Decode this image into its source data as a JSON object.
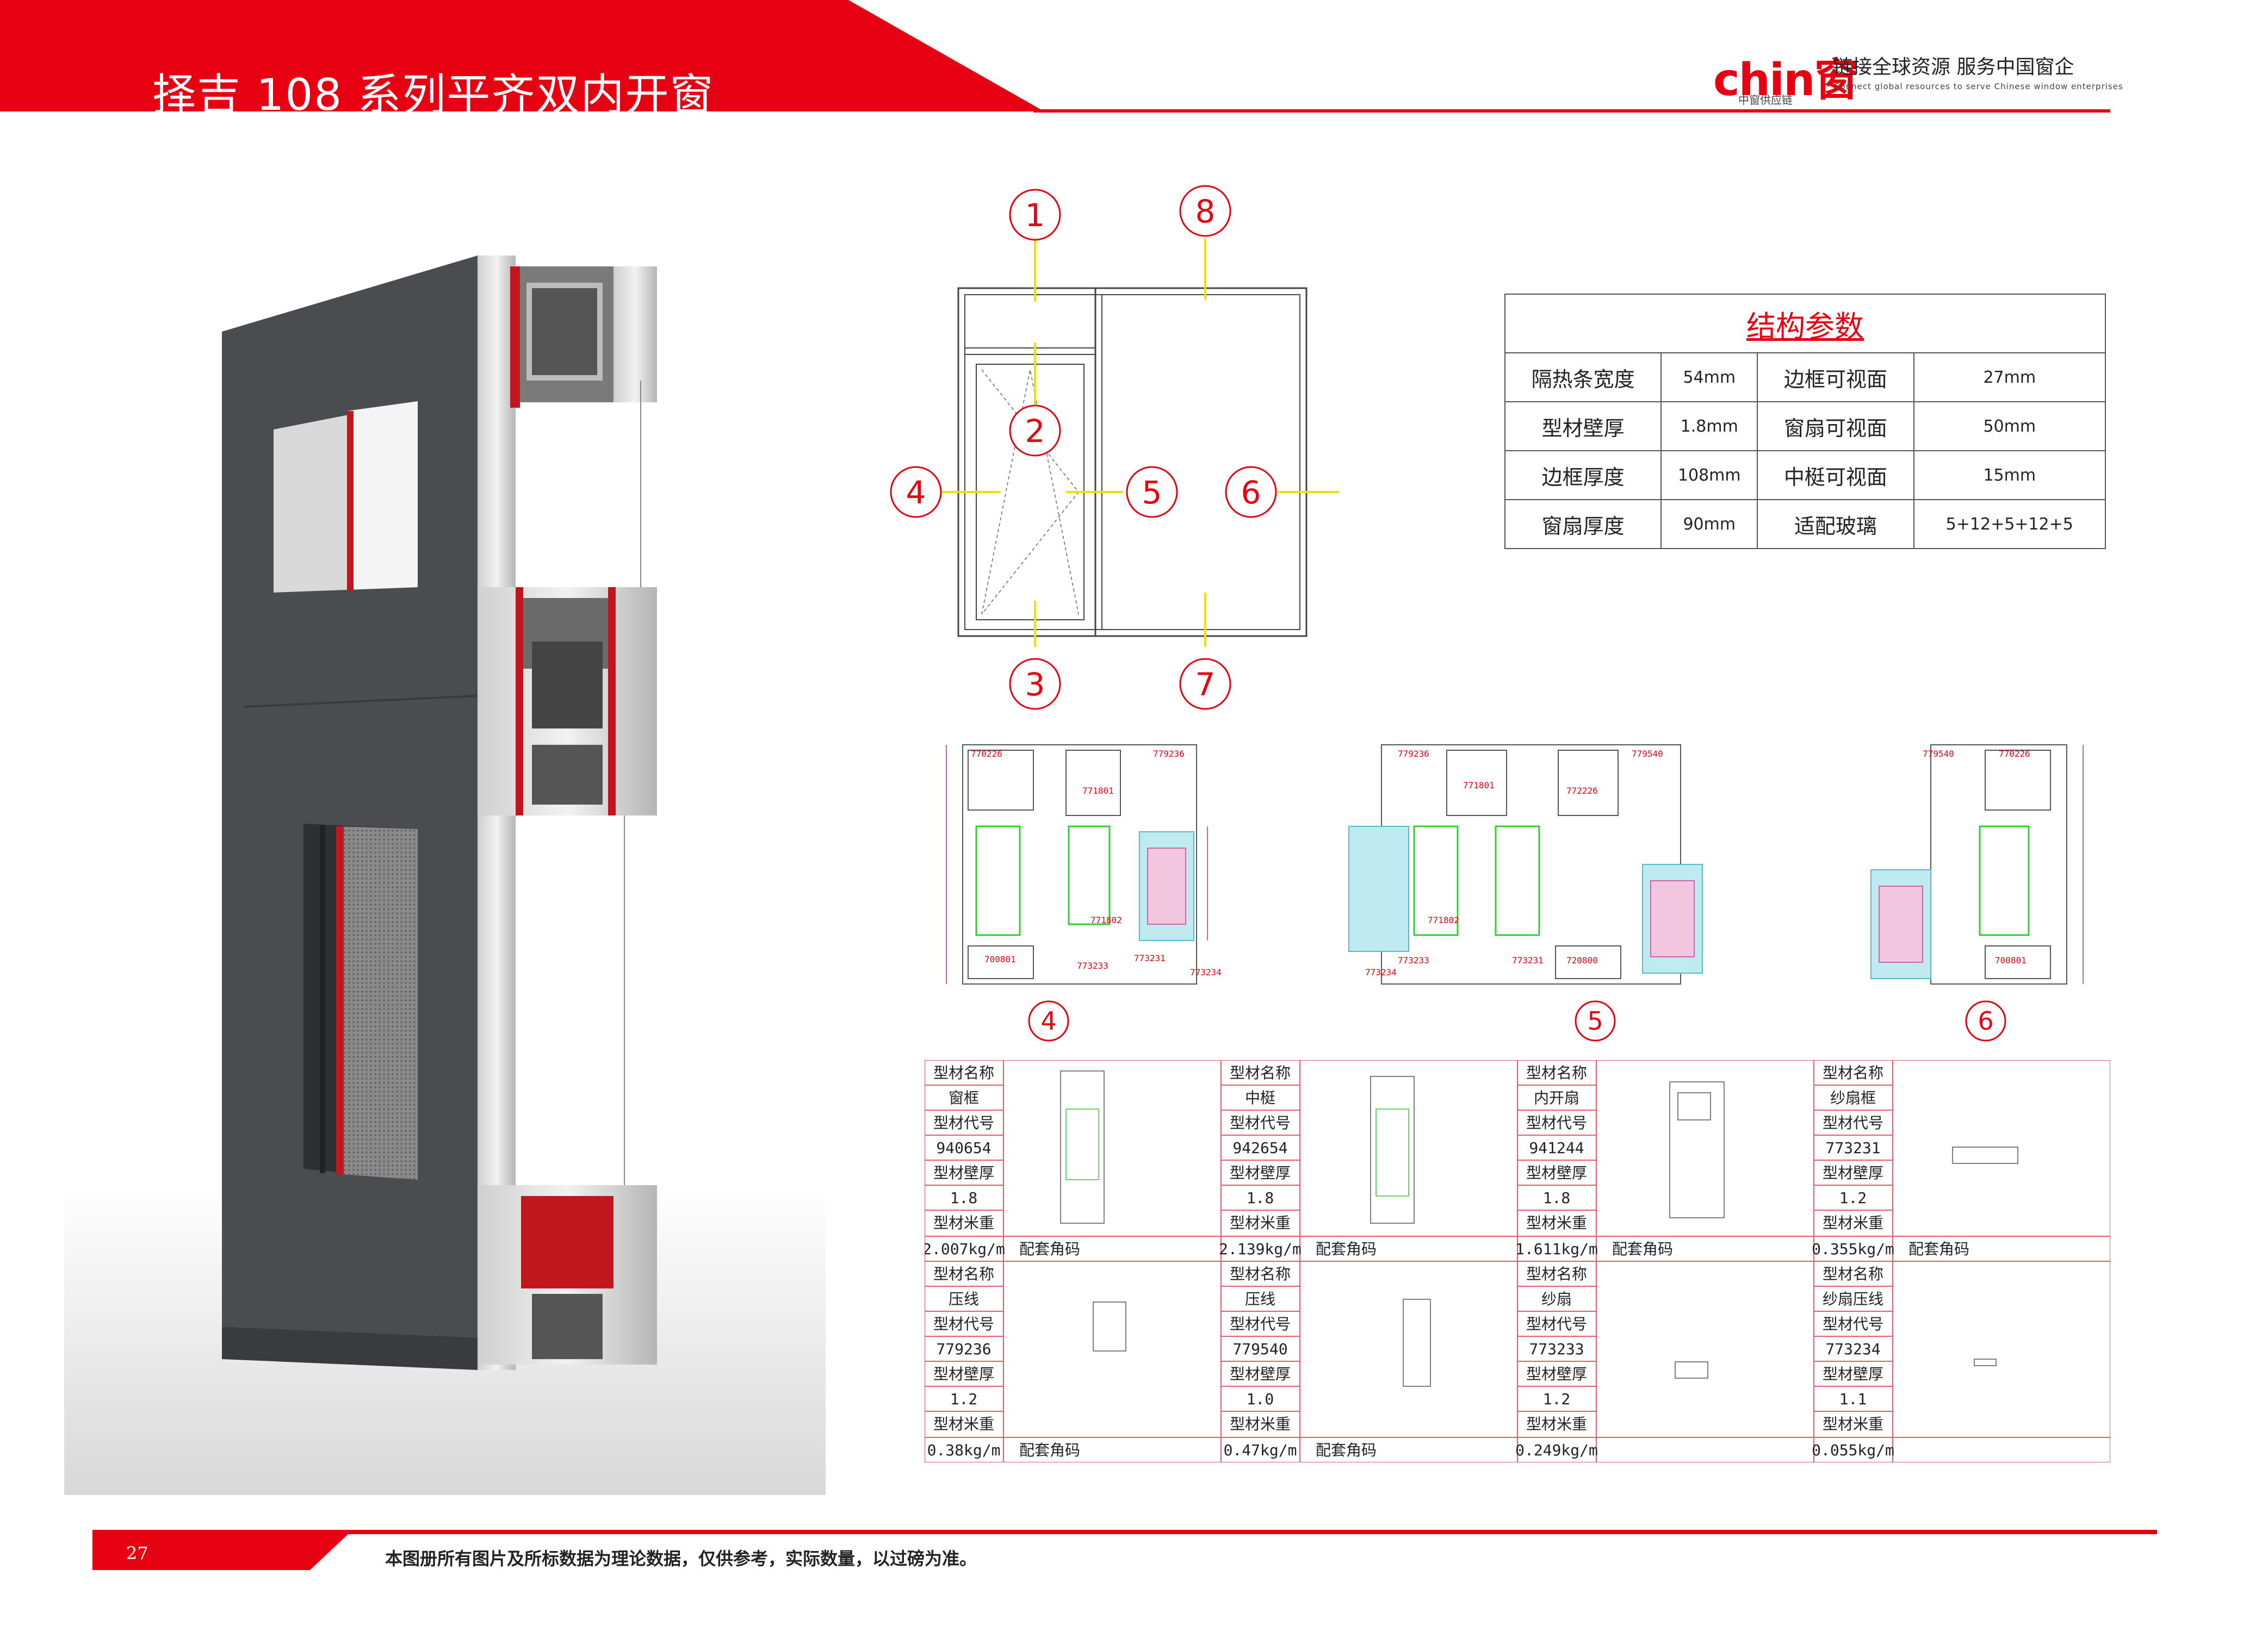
{
  "header": {
    "title": "择吉 108 系列平齐双内开窗",
    "logo_brand": "chin窗",
    "logo_sub": "中窗供应链",
    "slogan": "链接全球资源  服务中国窗企",
    "slogan_en": "Connect global resources to serve Chinese window enterprises"
  },
  "elevation": {
    "markers": [
      "1",
      "2",
      "3",
      "4",
      "5",
      "6",
      "7",
      "8"
    ]
  },
  "params": {
    "title": "结构参数",
    "rows": [
      {
        "k1": "隔热条宽度",
        "v1": "54mm",
        "k2": "边框可视面",
        "v2": "27mm"
      },
      {
        "k1": "型材壁厚",
        "v1": "1.8mm",
        "k2": "窗扇可视面",
        "v2": "50mm"
      },
      {
        "k1": "边框厚度",
        "v1": "108mm",
        "k2": "中梃可视面",
        "v2": "15mm"
      },
      {
        "k1": "窗扇厚度",
        "v1": "90mm",
        "k2": "适配玻璃",
        "v2": "5+12+5+12+5"
      }
    ]
  },
  "sections": {
    "labels": [
      "4",
      "5",
      "6"
    ],
    "codes_4": [
      "770226",
      "779236",
      "771801",
      "771802",
      "700801",
      "773233",
      "773231",
      "773234"
    ],
    "codes_5": [
      "779236",
      "771801",
      "772226",
      "779540",
      "771802",
      "773233",
      "773231",
      "720800",
      "773234"
    ],
    "codes_6": [
      "779540",
      "770226",
      "700801"
    ]
  },
  "spec": {
    "label_name": "型材名称",
    "label_code": "型材代号",
    "label_wall": "型材壁厚",
    "label_weight": "型材米重",
    "label_corner": "配套角码",
    "items": [
      {
        "name": "窗框",
        "code": "940654",
        "wall": "1.8",
        "weight": "2.007kg/m"
      },
      {
        "name": "中梃",
        "code": "942654",
        "wall": "1.8",
        "weight": "2.139kg/m"
      },
      {
        "name": "内开扇",
        "code": "941244",
        "wall": "1.8",
        "weight": "1.611kg/m"
      },
      {
        "name": "纱扇框",
        "code": "773231",
        "wall": "1.2",
        "weight": "0.355kg/m"
      },
      {
        "name": "压线",
        "code": "779236",
        "wall": "1.2",
        "weight": "0.38kg/m"
      },
      {
        "name": "压线",
        "code": "779540",
        "wall": "1.0",
        "weight": "0.47kg/m"
      },
      {
        "name": "纱扇",
        "code": "773233",
        "wall": "1.2",
        "weight": "0.249kg/m"
      },
      {
        "name": "纱扇压线",
        "code": "773234",
        "wall": "1.1",
        "weight": "0.055kg/m"
      }
    ]
  },
  "footer": {
    "page": "27",
    "disclaimer": "本图册所有图片及所标数据为理论数据，仅供参考，实际数量，以过磅为准。"
  }
}
